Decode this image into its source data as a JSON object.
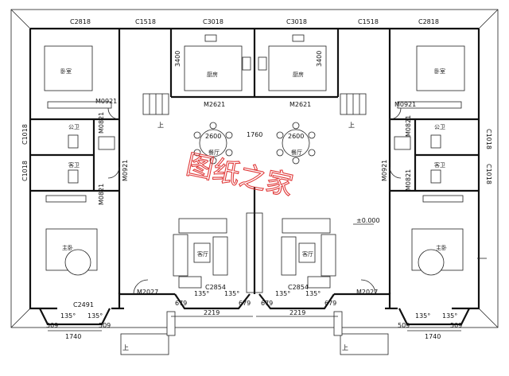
{
  "window_codes": {
    "top_left_outer": "C2818",
    "top_left_inner": "C1518",
    "top_center_left": "C3018",
    "top_center_right": "C3018",
    "top_right_inner": "C1518",
    "top_right_outer": "C2818",
    "side_left_upper": "C1018",
    "side_left_lower": "C1018",
    "side_right_upper": "C1018",
    "side_right_lower": "C1018",
    "bottom_left_room": "C2491",
    "bottom_left_bay": "C2854",
    "bottom_right_bay": "C2854"
  },
  "door_codes": {
    "bedroom_left": "M0921",
    "bedroom_right": "M0921",
    "kitchen_left": "M2621",
    "kitchen_right": "M2621",
    "bath_left_1": "M0821",
    "bath_left_2": "M0821",
    "bath_right_1": "M0821",
    "bath_right_2": "M0821",
    "master_left": "M0921",
    "master_right": "M0921",
    "entry_left": "M2027",
    "entry_right": "M2027"
  },
  "rooms": {
    "bedroom": "卧室",
    "kitchen": "厨房",
    "bath_public": "公卫",
    "bath_second": "客卫",
    "master": "主卧",
    "dining": "餐厅",
    "living": "客厅"
  },
  "dimensions": {
    "kitchen_depth_left": "3400",
    "kitchen_depth_right": "3400",
    "dining_gap": "1760",
    "table_left": "2600",
    "table_right": "2600",
    "bay_left": "2219",
    "bay_right": "2219",
    "bay_side": "679",
    "window_left": "1740",
    "window_right": "1740",
    "window_side": "509",
    "angle": "135°",
    "level": "±0.000",
    "stair_up": "上"
  },
  "watermark": "图纸之家",
  "colors": {
    "wall": "#111111",
    "watermark": "#e03a3a"
  }
}
